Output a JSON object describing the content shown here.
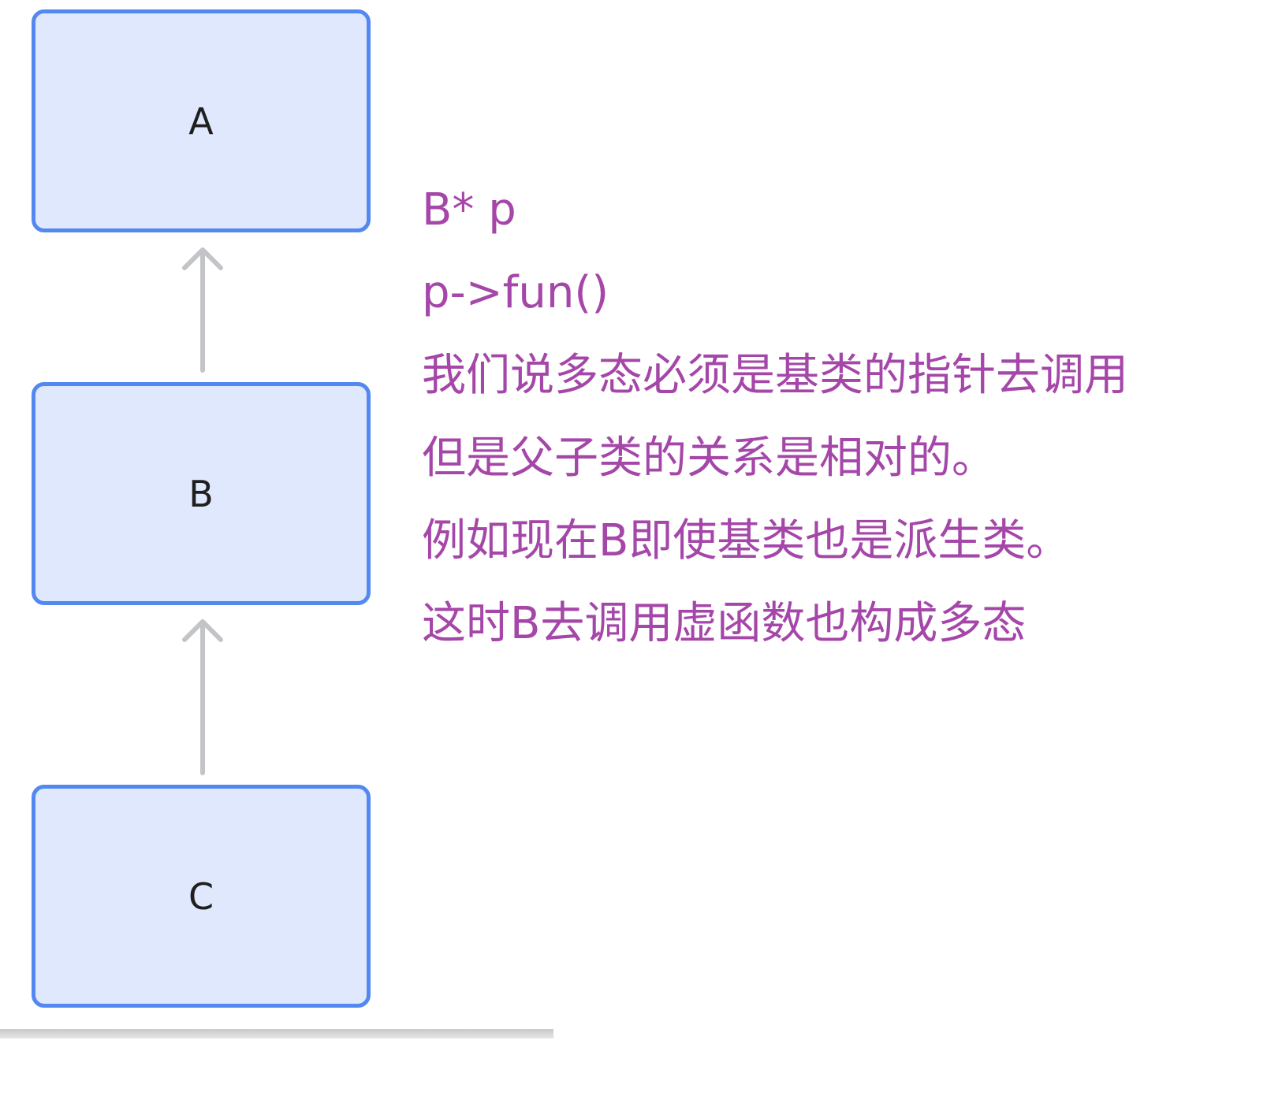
{
  "nodes": {
    "a": "A",
    "b": "B",
    "c": "C"
  },
  "note": {
    "lines": [
      "B* p",
      "p->fun()",
      "我们说多态必须是基类的指针去调用",
      "但是父子类的关系是相对的。",
      "例如现在B即使基类也是派生类。",
      "这时B去调用虚函数也构成多态"
    ]
  },
  "colors": {
    "node_fill": "#e0e8fd",
    "node_border": "#5288f0",
    "edge": "#c3c4c8",
    "note_text": "#a546a9"
  }
}
